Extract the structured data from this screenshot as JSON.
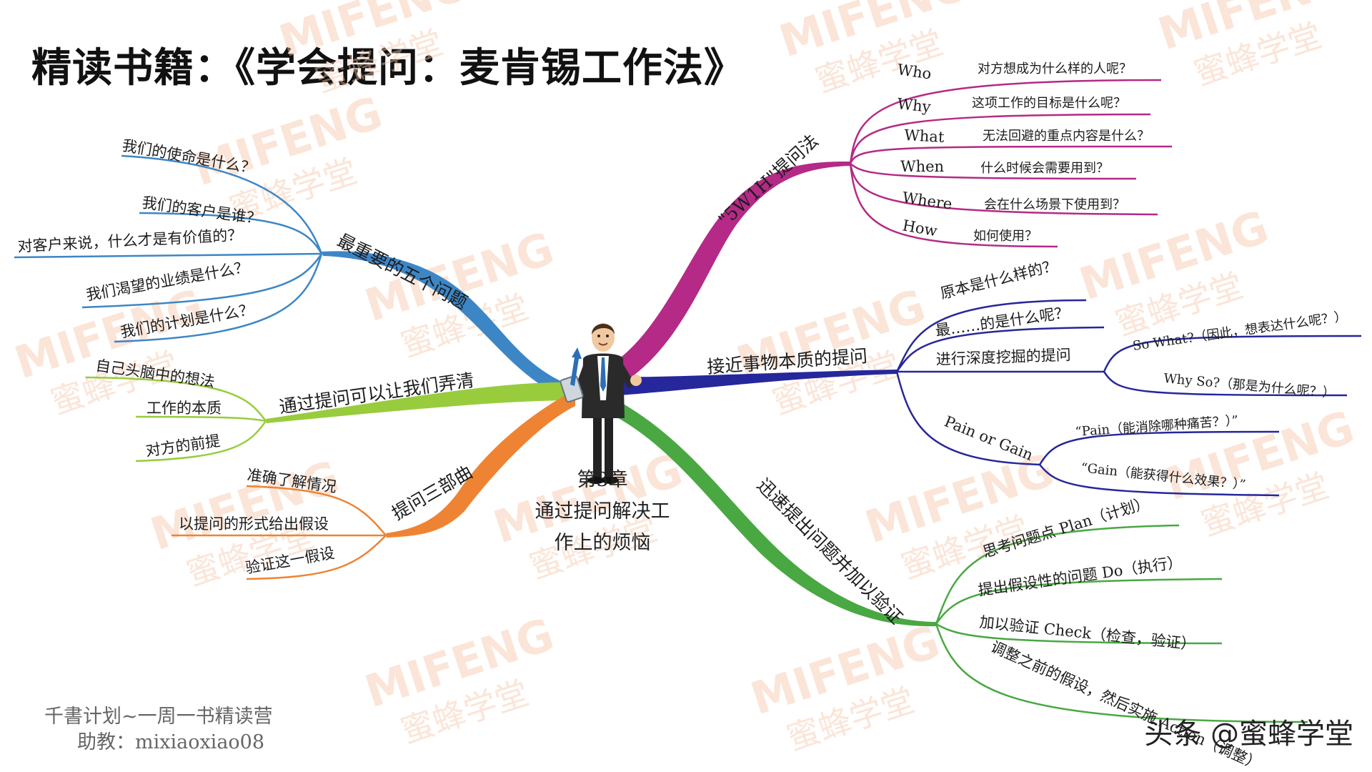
{
  "title": "精读书籍：《学会提问：麦肯锡工作法》",
  "center": {
    "chapter": "第3章",
    "line1": "通过提问解决工",
    "line2": "作上的烦恼"
  },
  "footer": {
    "line1": "千書计划~一周一书精读营",
    "line2": "助教：mixiaoxiao08",
    "brand": "头条 @蜜蜂学堂"
  },
  "watermark": {
    "logo": "MIFENG",
    "text": "蜜蜂学堂"
  },
  "branches": {
    "five_questions": {
      "label": "最重要的五个问题",
      "color": "#3d86c6",
      "items": [
        "我们的使命是什么？",
        "我们的客户是谁？",
        "对客户来说，什么才是有价值的？",
        "我们渴望的业绩是什么？",
        "我们的计划是什么？"
      ]
    },
    "clarify": {
      "label": "通过提问可以让我们弄清",
      "color": "#98cc3d",
      "items": [
        "自己头脑中的想法",
        "工作的本质",
        "对方的前提"
      ]
    },
    "three_parts": {
      "label": "提问三部曲",
      "color": "#ee8433",
      "items": [
        "准确了解情况",
        "以提问的形式给出假设",
        "验证这一假设"
      ]
    },
    "five_w_one_h": {
      "label": "\"5W1H\"提问法",
      "color": "#b42a86",
      "items": [
        {
          "key": "Who",
          "text": "对方想成为什么样的人呢？"
        },
        {
          "key": "Why",
          "text": "这项工作的目标是什么呢？"
        },
        {
          "key": "What",
          "text": "无法回避的重点内容是什么？"
        },
        {
          "key": "When",
          "text": "什么时候会需要用到？"
        },
        {
          "key": "Where",
          "text": "会在什么场景下使用到？"
        },
        {
          "key": "How",
          "text": "如何使用？"
        }
      ]
    },
    "essence": {
      "label": "接近事物本质的提问",
      "color": "#26279a",
      "items": [
        "原本是什么样的？",
        "最……的是什么呢？",
        "进行深度挖掘的提问",
        "Pain or Gain"
      ],
      "deep": [
        "So What?（因此，想表达什么呢？）",
        "Why So?（那是为什么呢？）"
      ],
      "pain_gain": [
        "“Pain（能消除哪种痛苦？）”",
        "“Gain（能获得什么效果？）”"
      ]
    },
    "verify": {
      "label": "迅速提出问题并加以验证",
      "color": "#49a842",
      "items": [
        "思考问题点 Plan（计划）",
        "提出假设性的问题 Do（执行）",
        "加以验证 Check（检查，验证）",
        "调整之前的假设，然后实施 Action（调整）"
      ]
    }
  }
}
